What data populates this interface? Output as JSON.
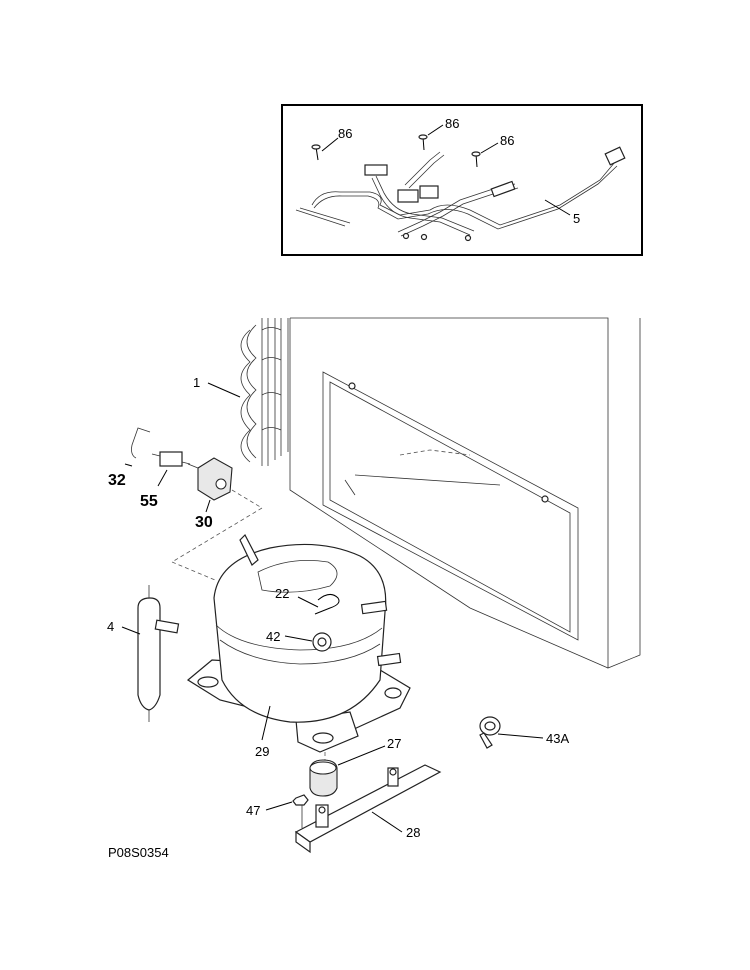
{
  "diagram_code": "P08S0354",
  "callouts": {
    "wiring_screw_a": "86",
    "wiring_screw_b": "86",
    "wiring_screw_c": "86",
    "wiring_harness": "5",
    "condenser": "1",
    "wire_clip": "32",
    "relay": "55",
    "overload": "30",
    "clip": "22",
    "grommet": "42",
    "drier": "4",
    "compressor": "29",
    "isolator": "27",
    "bracket_screw": "47",
    "mounting_bracket": "28",
    "clamp": "43A"
  }
}
